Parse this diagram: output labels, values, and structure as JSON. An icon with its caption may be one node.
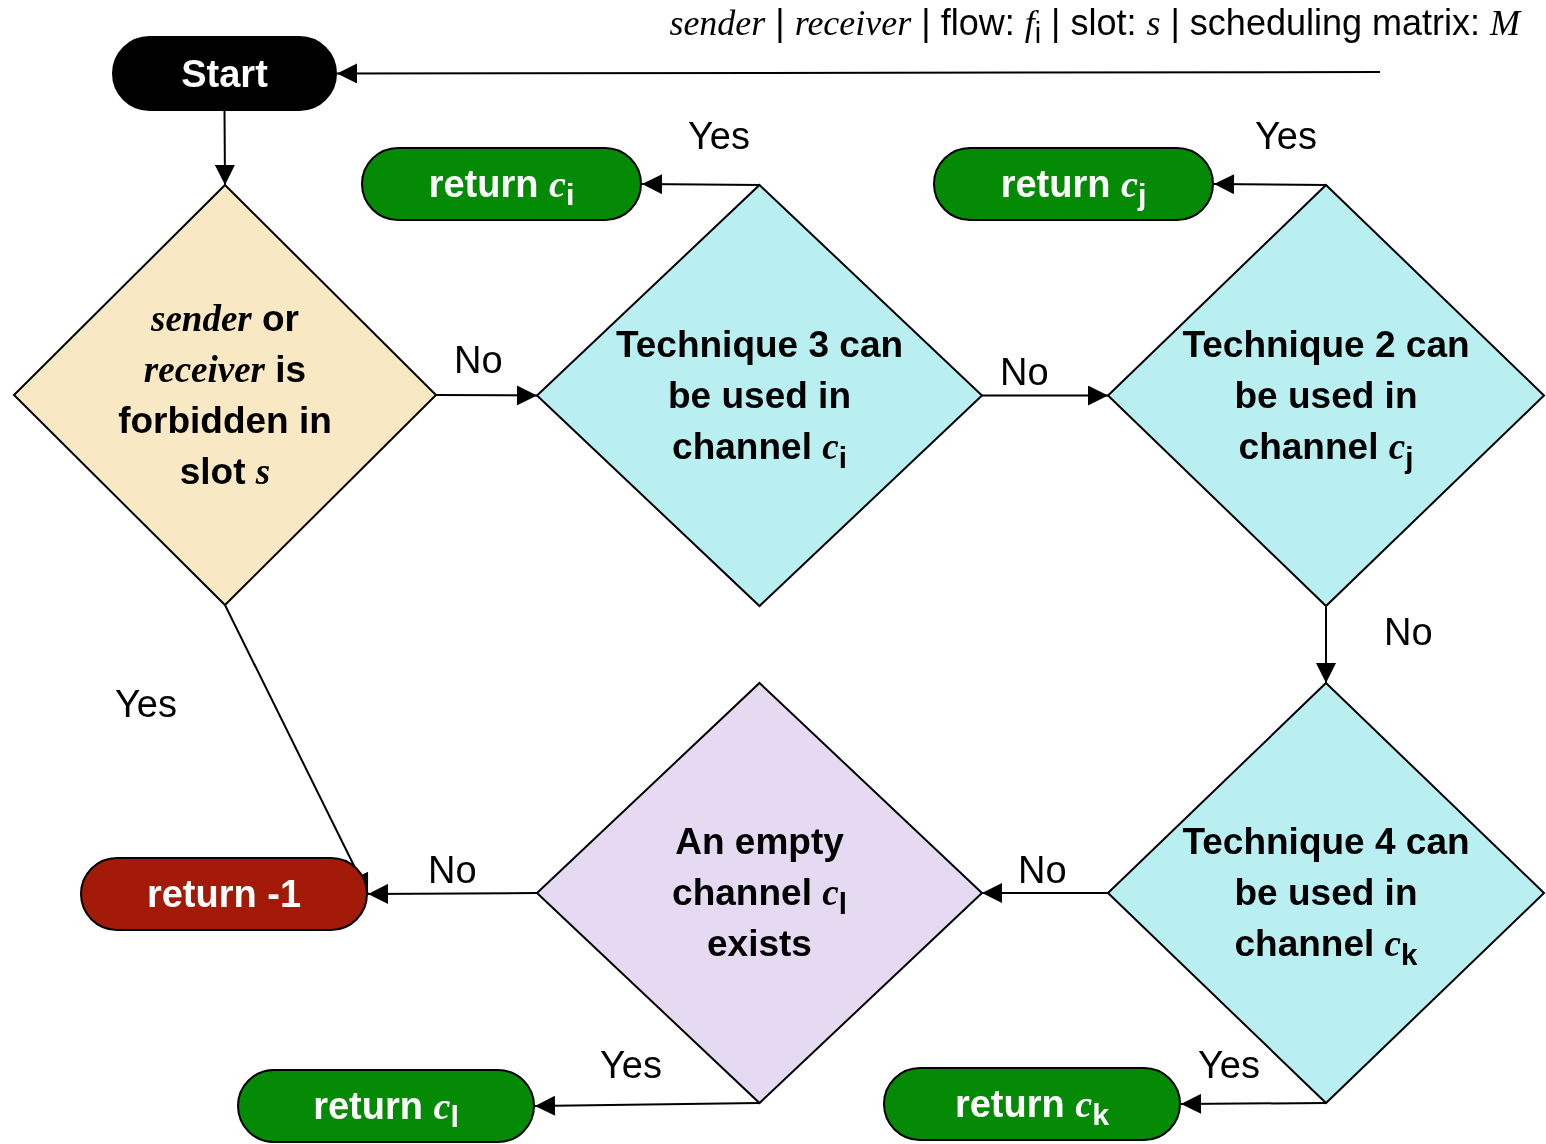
{
  "diagram": {
    "nodes": [
      {
        "text": [
          "*sender* | *receiver*  | flow: *f*$_{i}$ | slot: *s* | scheduling matrix: *M*"
        ]
      },
      {
        "text": [
          "Start"
        ]
      },
      {
        "text": [
          "*sender* or *receiver* is forbidden in slot *s*"
        ]
      },
      {
        "text": [
          "Technique 3 can be used in channel *c*$_{i}$"
        ]
      },
      {
        "text": [
          "return *c*$_{i}$"
        ]
      },
      {
        "text": [
          "Technique 2 can be used in channel *c*$_{j}$"
        ]
      },
      {
        "text": [
          "return *c*$_{j}$"
        ]
      },
      {
        "text": [
          "Technique 4 can be used in channel *c*$_{k}$"
        ]
      },
      {
        "text": [
          "return *c*$_{k}$"
        ]
      },
      {
        "text": [
          "An empty channel *c*$_{l}$ exists"
        ]
      },
      {
        "text": [
          "return *c*$_{l}$"
        ]
      },
      {
        "text": [
          "return -1"
        ]
      }
    ],
    "edges": [
      {
        "from": 0,
        "to": 1,
        "arrow": "to"
      },
      {
        "from": 1,
        "to": 2,
        "arrow": "to"
      },
      {
        "from": 2,
        "to": 3,
        "arrow": "to",
        "label": "No"
      },
      {
        "from": 3,
        "to": 4,
        "arrow": "to",
        "label": "Yes"
      },
      {
        "from": 3,
        "to": 5,
        "arrow": "to",
        "label": "No"
      },
      {
        "from": 5,
        "to": 6,
        "arrow": "to",
        "label": "Yes"
      },
      {
        "from": 5,
        "to": 7,
        "arrow": "to",
        "label": "No"
      },
      {
        "from": 7,
        "to": 8,
        "arrow": "to",
        "label": "Yes"
      },
      {
        "from": 7,
        "to": 9,
        "arrow": "to",
        "label": "No"
      },
      {
        "from": 9,
        "to": 10,
        "arrow": "to",
        "label": "Yes"
      },
      {
        "from": 9,
        "to": 11,
        "arrow": "to",
        "label": "No"
      },
      {
        "from": 2,
        "to": 11,
        "arrow": "to",
        "label": "Yes"
      }
    ]
  }
}
